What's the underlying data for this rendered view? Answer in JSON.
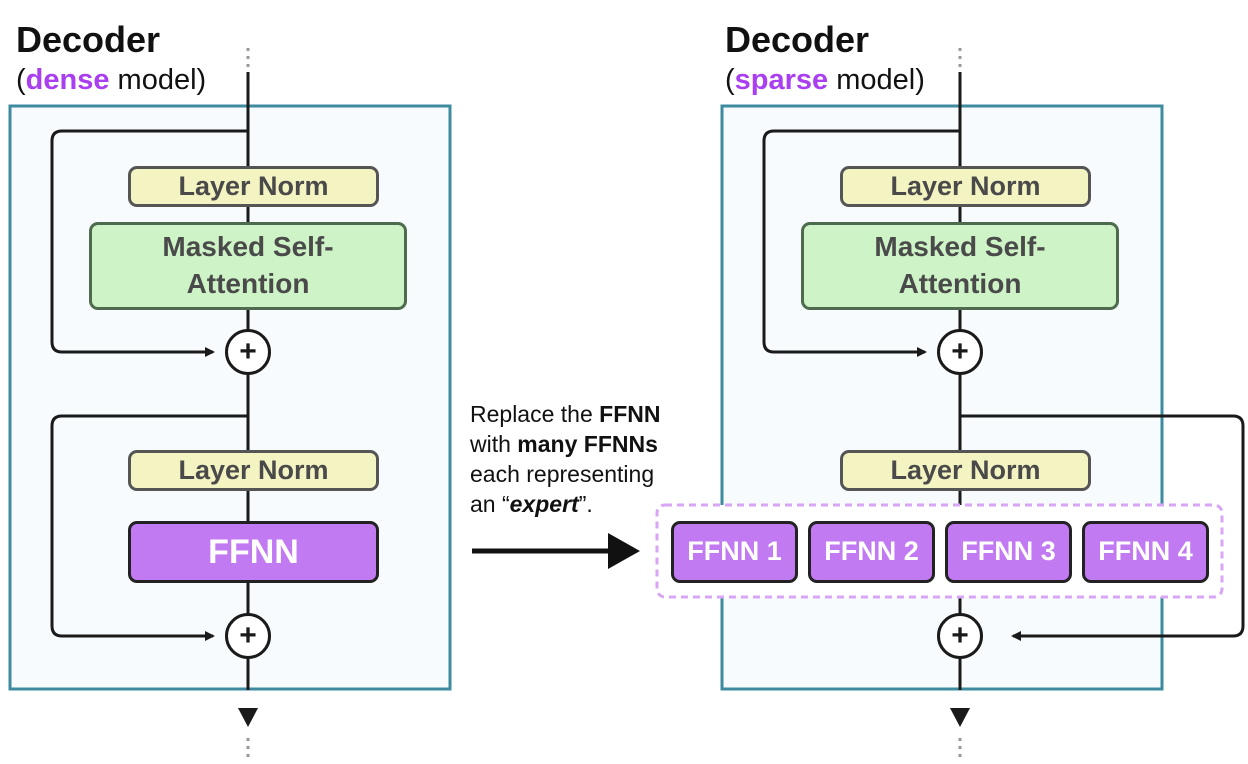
{
  "dense": {
    "title": "Decoder",
    "subtitle_prefix": "(",
    "subtitle_highlight": "dense",
    "subtitle_suffix": " model)",
    "layer_norm_1": "Layer Norm",
    "attention_line1": "Masked Self-",
    "attention_line2": "Attention",
    "add_symbol": "+",
    "layer_norm_2": "Layer Norm",
    "ffnn": "FFNN"
  },
  "sparse": {
    "title": "Decoder",
    "subtitle_prefix": "(",
    "subtitle_highlight": "sparse",
    "subtitle_suffix": " model)",
    "layer_norm_1": "Layer Norm",
    "attention_line1": "Masked Self-",
    "attention_line2": "Attention",
    "add_symbol": "+",
    "layer_norm_2": "Layer Norm",
    "experts": [
      "FFNN 1",
      "FFNN 2",
      "FFNN 3",
      "FFNN 4"
    ]
  },
  "caption": {
    "l1_normal": "Replace the ",
    "l1_bold": "FFNN",
    "l2_normal": "with ",
    "l2_bold": "many FFNNs",
    "l3_normal": "each representing",
    "l4_normal_a": "an “",
    "l4_bolditalic": "expert",
    "l4_normal_b": "”."
  },
  "colors": {
    "panel_border": "#3e8ba0",
    "panel_fill": "#f7fbfd",
    "layer_norm_fill": "#f4f4c2",
    "attention_fill": "#cdf3c6",
    "ffnn_fill": "#c27af2",
    "highlight_text": "#a93ff0",
    "expert_group_border": "#d9a6f5",
    "line": "#1a1a1a"
  }
}
